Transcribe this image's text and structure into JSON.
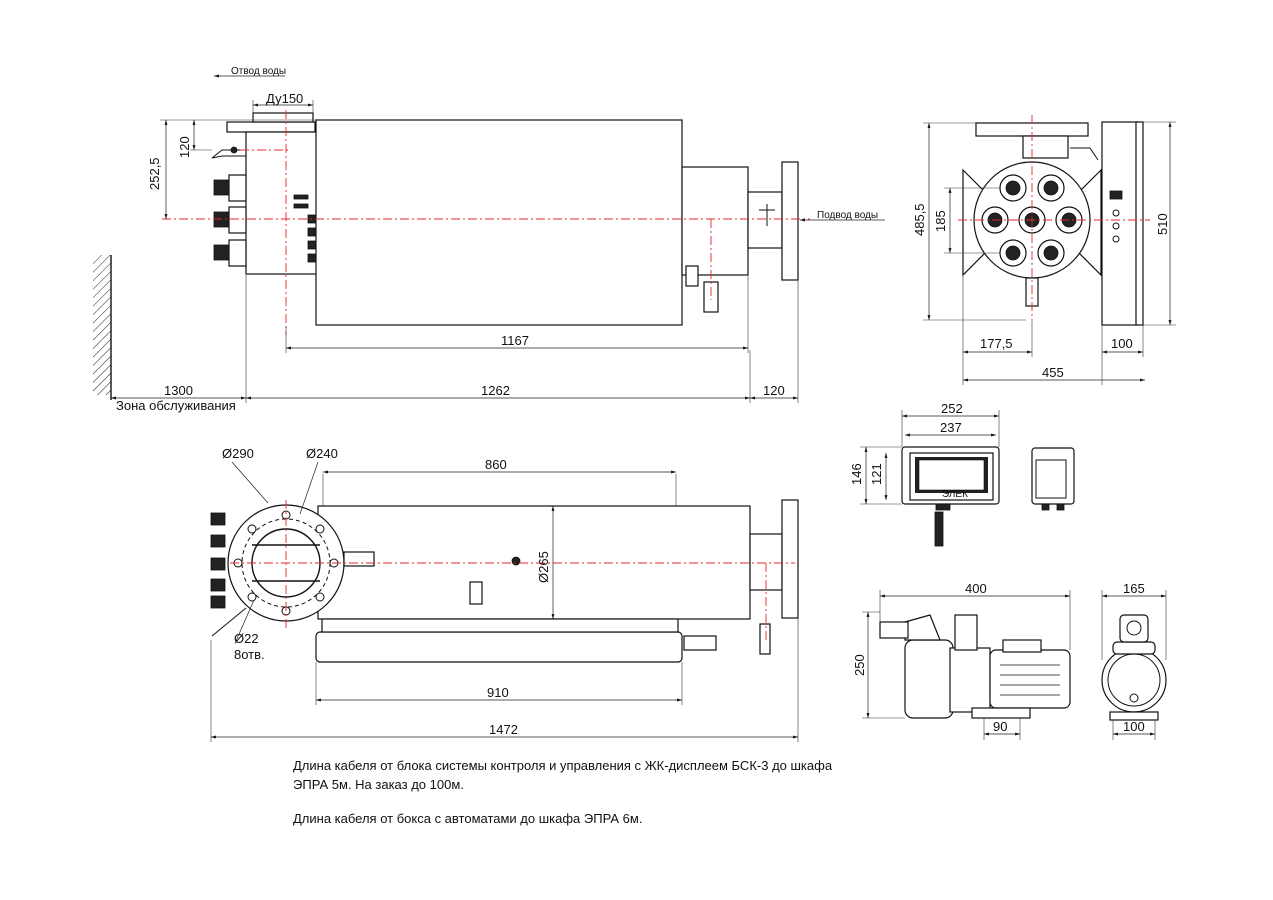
{
  "side_view": {
    "water_outlet": "Отвод воды",
    "water_inlet": "Подвод воды",
    "dn": "Ду150",
    "dims": {
      "d120a": "120",
      "d252_5": "252,5",
      "d1167": "1167",
      "d1300": "1300",
      "d1262": "1262",
      "d120b": "120"
    },
    "service_zone": "Зона обслуживания"
  },
  "end_view": {
    "dims": {
      "d485_5": "485,5",
      "d185": "185",
      "d510": "510",
      "d177_5": "177,5",
      "d100": "100",
      "d455": "455"
    }
  },
  "top_view": {
    "dims": {
      "d290": "Ø290",
      "d240": "Ø240",
      "d860": "860",
      "d265": "Ø265",
      "d22": "Ø22",
      "holes": "8отв.",
      "d910": "910",
      "d1472": "1472"
    }
  },
  "control_unit": {
    "dims": {
      "d252": "252",
      "d237": "237",
      "d146": "146",
      "d121": "121"
    },
    "brand": "ЭЛЕК"
  },
  "pump": {
    "dims": {
      "d400": "400",
      "d165": "165",
      "d250": "250",
      "d90": "90",
      "d100": "100"
    }
  },
  "notes": [
    "Длина кабеля от блока системы контроля и управления с ЖК-дисплеем БСК-3 до шкафа ЭПРА 5м. На заказ до 100м.",
    "Длина кабеля от бокса с автоматами до шкафа ЭПРА 6м."
  ]
}
